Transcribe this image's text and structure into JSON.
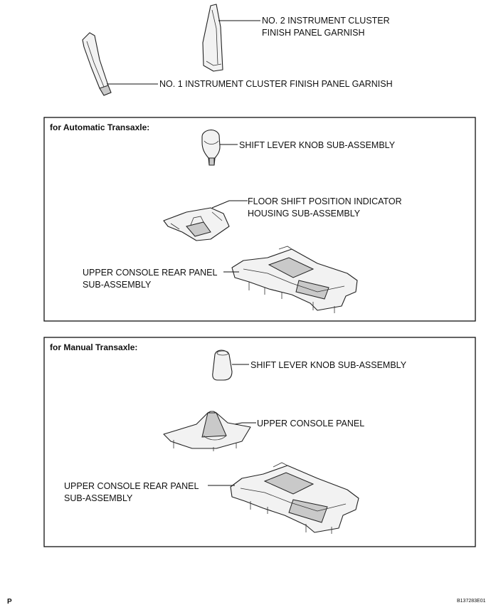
{
  "top_parts": {
    "no2_garnish": [
      "NO. 2 INSTRUMENT CLUSTER",
      "FINISH PANEL GARNISH"
    ],
    "no1_garnish": "NO. 1 INSTRUMENT CLUSTER FINISH PANEL GARNISH"
  },
  "automatic": {
    "header": "for Automatic Transaxle:",
    "knob": "SHIFT LEVER KNOB SUB-ASSEMBLY",
    "indicator": [
      "FLOOR SHIFT POSITION INDICATOR",
      "HOUSING SUB-ASSEMBLY"
    ],
    "rear_panel": [
      "UPPER CONSOLE REAR PANEL",
      "SUB-ASSEMBLY"
    ]
  },
  "manual": {
    "header": "for Manual Transaxle:",
    "knob": "SHIFT LEVER KNOB SUB-ASSEMBLY",
    "upper_panel": "UPPER CONSOLE PANEL",
    "rear_panel": [
      "UPPER CONSOLE REAR PANEL",
      "SUB-ASSEMBLY"
    ]
  },
  "footer": {
    "page_code": "P",
    "figure_id": "B137283E01"
  }
}
